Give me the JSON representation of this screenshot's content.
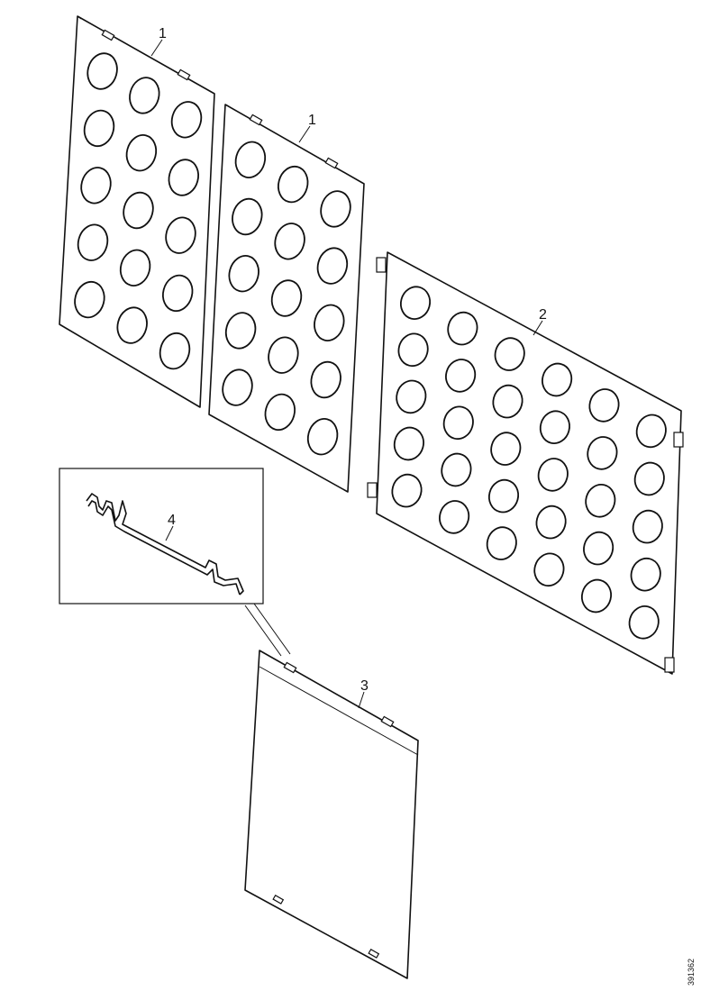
{
  "callouts": {
    "panel_a": "1",
    "panel_b": "1",
    "panel_large": "2",
    "cover_plate": "3",
    "detail_bracket": "4"
  },
  "document_id": "391362",
  "colors": {
    "line": "#111111",
    "background": "#ffffff"
  }
}
